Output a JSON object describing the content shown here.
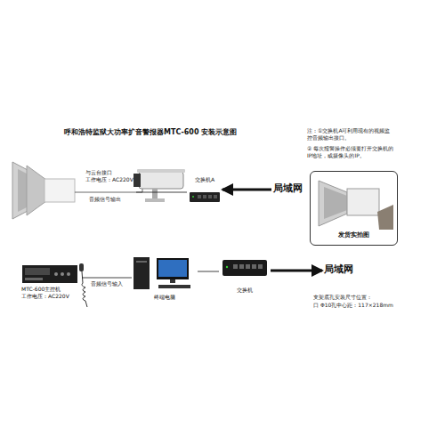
{
  "diagram": {
    "title": "呼和浩特监狱大功率扩音警报器MTC-600  安装示意图",
    "nodes": [
      {
        "text": [
          "与云台接口",
          "工作电压：AC220V"
        ]
      },
      {
        "text": [
          "交换机A"
        ]
      },
      {
        "text": [
          "局域网"
        ]
      },
      {
        "text": [
          "发货实拍图"
        ]
      },
      {
        "text": [
          "MTC-600主控机",
          "工作电压：AC220V"
        ]
      },
      {
        "text": [
          "终端电脑"
        ]
      },
      {
        "text": [
          "交换机"
        ]
      },
      {
        "text": [
          "局域网"
        ]
      }
    ],
    "edges": [
      {
        "from": 0,
        "to": 1,
        "arrow": "none"
      },
      {
        "from": 2,
        "to": 1,
        "arrow": "to"
      },
      {
        "from": 4,
        "to": 5,
        "label": "音频信号输入",
        "arrow": "none"
      },
      {
        "from": 5,
        "to": 6,
        "arrow": "none"
      },
      {
        "from": 6,
        "to": 7,
        "arrow": "to"
      }
    ],
    "labels": [
      "音频信号输出",
      "注：①交换机A可利用现有的视频监控音频输出接口。",
      "② 每次报警操作必须要打开交换机的IP地址，或摄像头的IP。",
      "支架底孔安装尺寸位置：",
      "口 Φ10孔中心距：117×218mm"
    ]
  }
}
